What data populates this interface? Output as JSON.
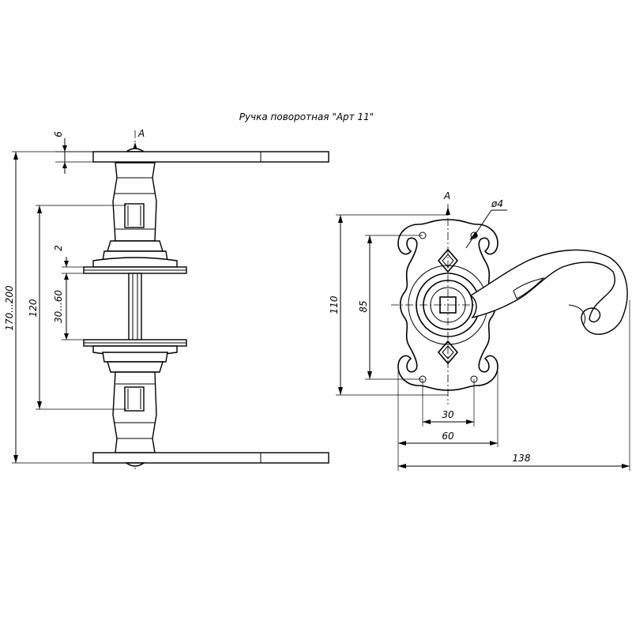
{
  "title": "Ручка поворотная \"Арт 11\"",
  "section_labels": {
    "side": "A",
    "front": "A"
  },
  "side_view": {
    "dimensions": {
      "d6": "6",
      "d2": "2",
      "d30_60": "30...60",
      "d120": "120",
      "d170_200": "170...200"
    }
  },
  "front_view": {
    "dimensions": {
      "d_phi4": "ø4",
      "d85": "85",
      "d110": "110",
      "d30": "30",
      "d60": "60",
      "d138": "138"
    }
  }
}
